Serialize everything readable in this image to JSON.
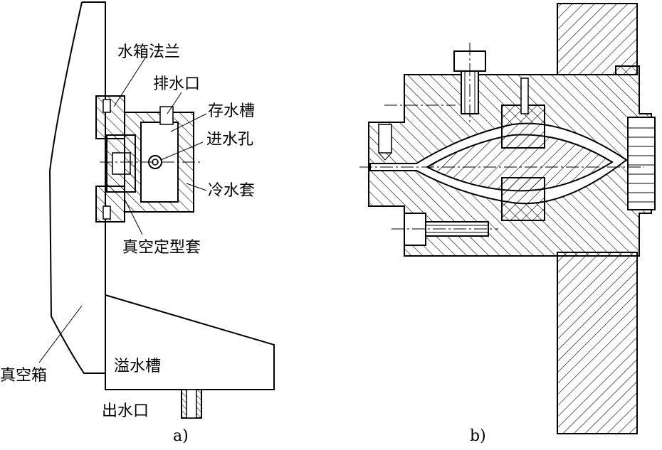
{
  "figure_a": {
    "labels": {
      "flange": "水箱法兰",
      "drain_port": "排水口",
      "water_groove": "存水槽",
      "inlet_hole": "进水孔",
      "cooling_jacket": "冷水套",
      "vacuum_sizing_sleeve": "真空定型套",
      "vacuum_tank": "真空箱",
      "overflow_tank": "溢水槽",
      "outlet": "出水口"
    },
    "caption": "a)"
  },
  "figure_b": {
    "caption": "b)"
  }
}
